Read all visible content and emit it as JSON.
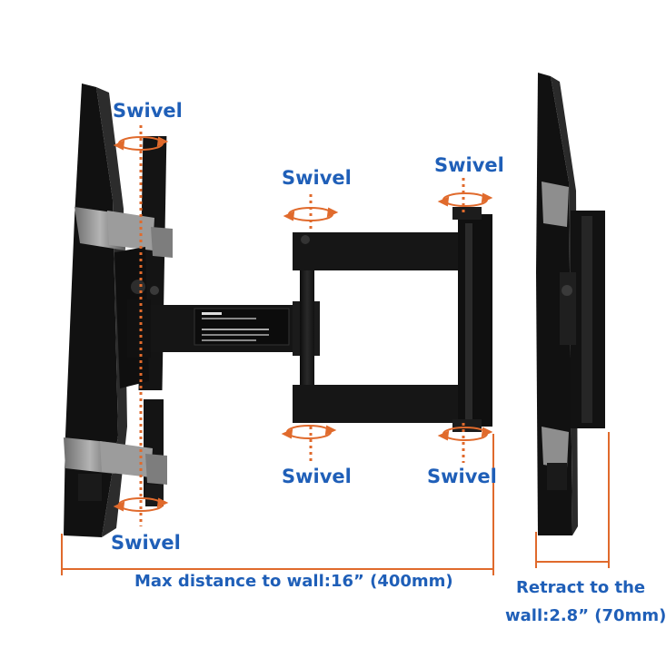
{
  "labels": {
    "swivel_top_left": "Swivel",
    "swivel_bottom_left": "Swivel",
    "swivel_mid_top": "Swivel",
    "swivel_right_top": "Swivel",
    "swivel_mid_bottom": "Swivel",
    "swivel_right_bottom": "Swivel",
    "max_distance": "Max distance to wall:16”  (400mm)",
    "retract_line1": "Retract to the",
    "retract_line2": "wall:2.8”  (70mm)"
  },
  "colors": {
    "label_blue": "#1f5fb8",
    "accent_orange": "#e06a2c",
    "mount_black": "#1a1a1a",
    "mount_gray": "#8a8a8a"
  },
  "icons": [
    "swivel-arrow-icon",
    "dimension-line-icon"
  ]
}
